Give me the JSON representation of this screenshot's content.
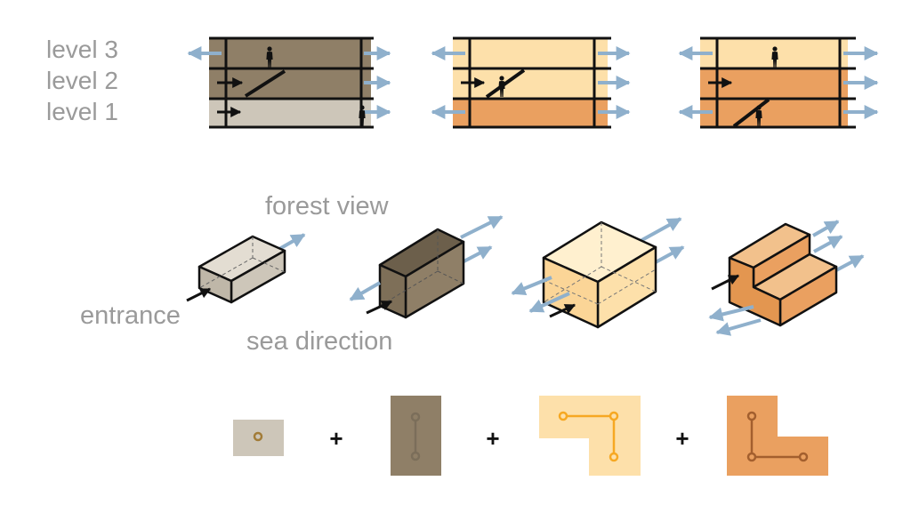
{
  "section_labels": {
    "level_3": "level 3",
    "level_2": "level 2",
    "level_1": "level 1"
  },
  "annotations": {
    "forest_view": "forest view",
    "entrance": "entrance",
    "sea_direction": "sea direction"
  },
  "operators": {
    "plus_1": "+",
    "plus_2": "+",
    "plus_3": "+"
  },
  "colors": {
    "light_gray": "#cdc6b9",
    "dark_brown": "#8f7f67",
    "light_peach": "#fde0aa",
    "orange": "#eaa060",
    "arrow_blue": "#8fb0cc",
    "label_gray": "#9a9a9a",
    "line_black": "#111111",
    "plan_node_gray": "#7b6e5a",
    "plan_node_orange": "#f6a823",
    "plan_node_brown": "#a35f2e"
  },
  "icons": {
    "person": "person-silhouette-icon",
    "view_arrow": "view-arrow-icon",
    "entrance_arrow": "entrance-arrow-icon"
  }
}
